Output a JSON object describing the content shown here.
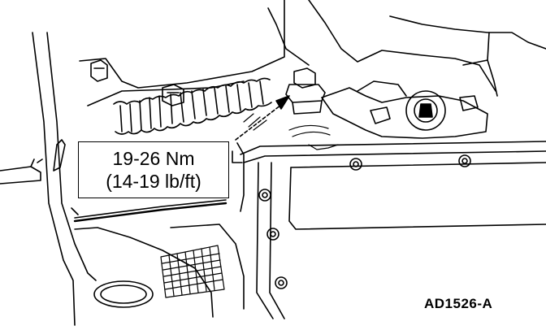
{
  "callout": {
    "torque_nm": "19-26 Nm",
    "torque_lbft": "(14-19 lb/ft)"
  },
  "figure_id": "AD1526-A",
  "colors": {
    "ink": "#000000",
    "paper": "#ffffff"
  }
}
